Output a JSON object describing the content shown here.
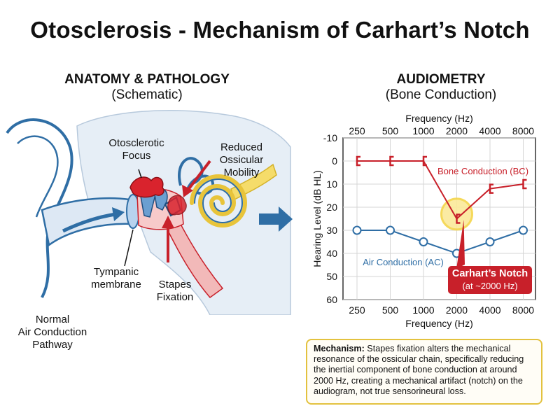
{
  "title": "Otosclerosis - Mechanism of Carhart’s Notch",
  "anatomy": {
    "heading": "ANATOMY & PATHOLOGY",
    "subheading": "(Schematic)",
    "labels": {
      "otosclerotic_focus": [
        "Otosclerotic",
        "Focus"
      ],
      "reduced_mobility": [
        "Reduced",
        "Ossicular",
        "Mobility"
      ],
      "tympanic_membrane": [
        "Tympanic",
        "membrane"
      ],
      "stapes_fixation": [
        "Stapes",
        "Fixation"
      ],
      "normal_pathway": [
        "Normal",
        "Air Conduction",
        "Pathway"
      ]
    }
  },
  "audiometry": {
    "heading": "AUDIOMETRY",
    "subheading": "(Bone Conduction)"
  },
  "chart_data": {
    "type": "line",
    "x_top_label": "Frequency (Hz)",
    "xlabel": "Frequency (Hz)",
    "ylabel": "Hearing Level (dB HL)",
    "categories": [
      "250",
      "500",
      "1000",
      "2000",
      "4000",
      "8000"
    ],
    "y_ticks": [
      -10,
      0,
      10,
      20,
      30,
      40,
      50,
      60
    ],
    "ylim": [
      -10,
      60
    ],
    "y_inverted": true,
    "grid": true,
    "series": [
      {
        "name": "Bone Conduction (BC)",
        "values": [
          0,
          0,
          0,
          25,
          12,
          10
        ],
        "color": "#c8202a",
        "marker": "bracket"
      },
      {
        "name": "Air Conduction (AC)",
        "values": [
          30,
          30,
          35,
          40,
          35,
          30
        ],
        "color": "#2f6ea5",
        "marker": "circle"
      }
    ],
    "annotation": {
      "title": "Carhart’s Notch",
      "subtitle": "(at ~2000 Hz)",
      "category": "2000",
      "value": 23,
      "highlight_color": "#f5d54a"
    }
  },
  "mechanism": {
    "label": "Mechanism:",
    "text": " Stapes fixation alters the mechanical resonance of the ossicular chain, specifically reducing the inertial component of bone conduction at around 2000 Hz, creating a mechanical artifact (notch) on the audiogram, not true sensorineural loss."
  },
  "colors": {
    "anatomy_blue": "#2f6ea5",
    "pathology_red": "#c8202a",
    "cochlea_yellow": "#e8c43a",
    "arrow_blue": "#2f6ea5"
  }
}
